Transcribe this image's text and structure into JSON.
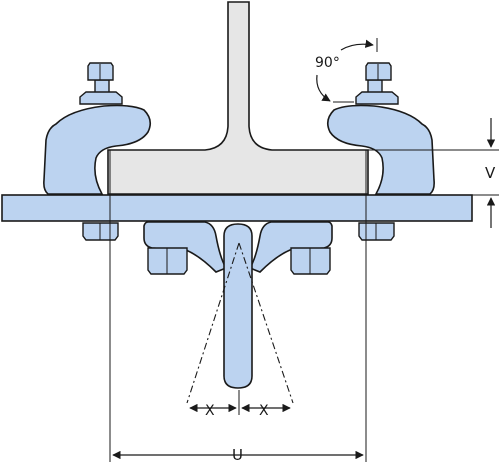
{
  "colors": {
    "clamp_fill": "#bcd3f0",
    "beam_fill": "#e6e6e6",
    "plate_fill": "#bcd3f0",
    "outline": "#1a1a1a"
  },
  "labels": {
    "angle": "90°",
    "vertical_gap": "V",
    "width": "U",
    "offset_left": "X",
    "offset_right": "X"
  }
}
